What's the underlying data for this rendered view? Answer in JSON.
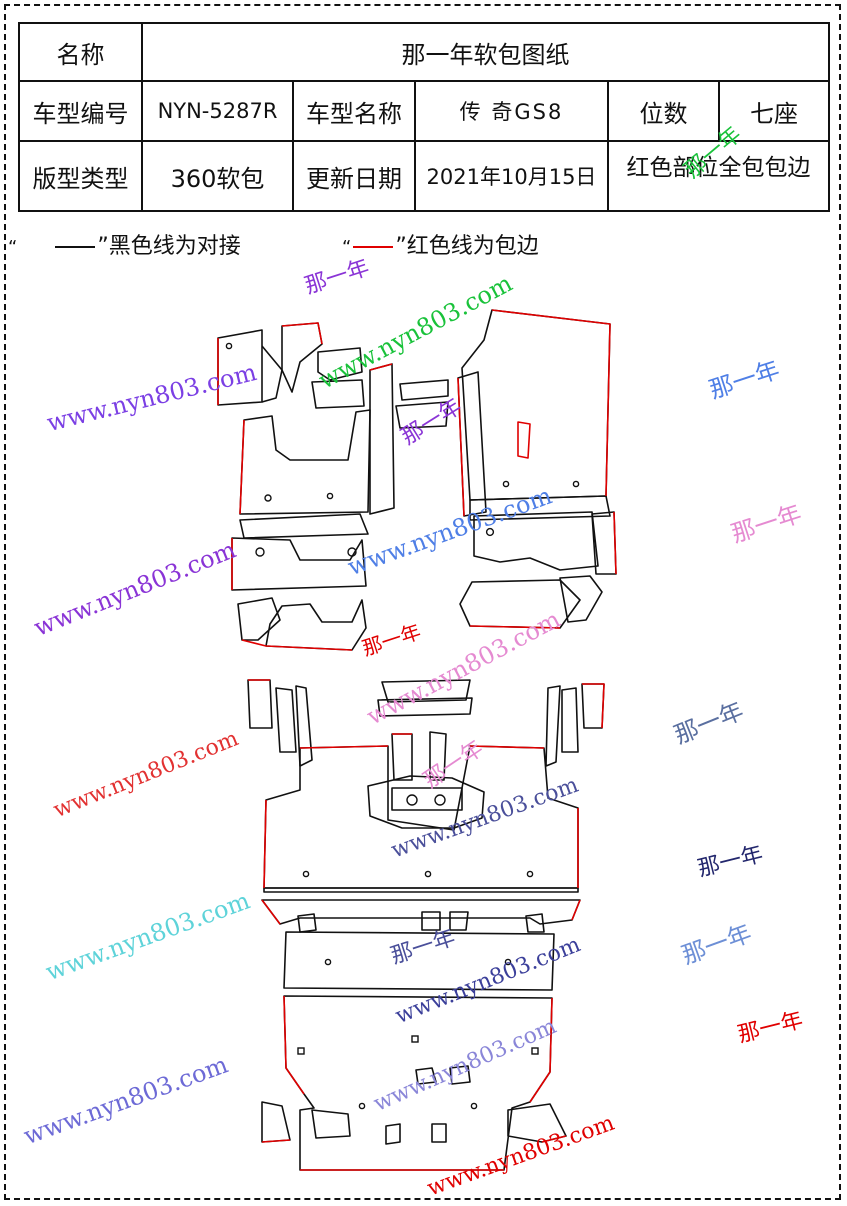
{
  "table": {
    "r1_label": "名称",
    "title": "那一年软包图纸",
    "r2_label": "车型编号",
    "model_code": "NYN-5287R",
    "r2_label2": "车型名称",
    "model_name": "传 奇GS8",
    "r2_label3": "位数",
    "seats": "七座",
    "r3_label": "版型类型",
    "pattern_type": "360软包",
    "r3_label2": "更新日期",
    "update_date": "2021年10月15日",
    "red_note": "红色部位全包包边"
  },
  "legend": {
    "quote_open": "“",
    "black_text": "”黑色线为对接",
    "red_quote_open": "“",
    "red_text": "”红色线为包边"
  },
  "watermarks": {
    "site": "www.nyn803.com",
    "brand": "那一年"
  },
  "colors": {
    "black_line": "#111111",
    "red_line": "#e00000"
  }
}
